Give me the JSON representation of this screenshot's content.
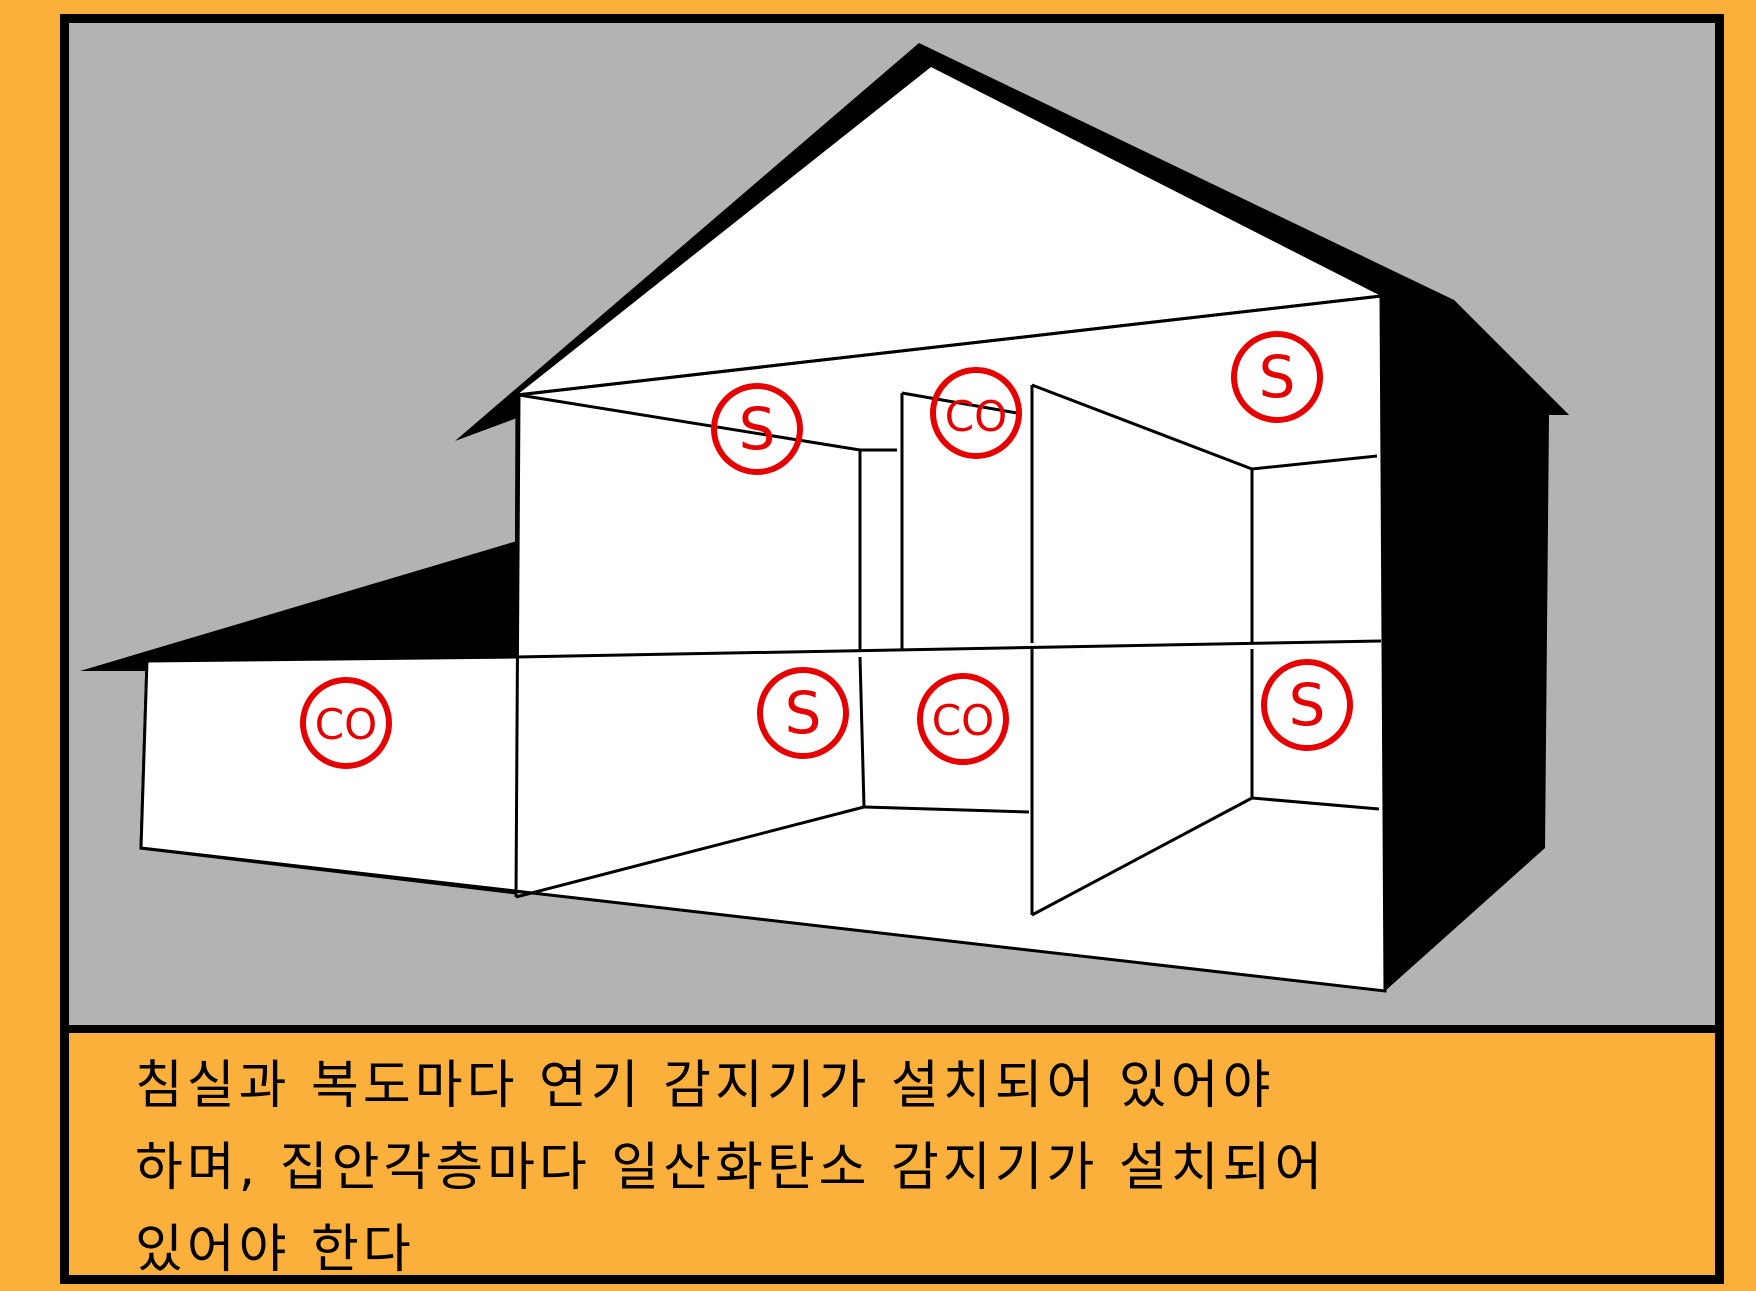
{
  "colors": {
    "page_background": "#FBB03B",
    "scene_background": "#B3B3B3",
    "wall_fill": "#FFFFFF",
    "roof_shadow": "#000000",
    "detector_red": "#E60000"
  },
  "detectors": {
    "smoke_symbol": "S",
    "co_symbol": "CO",
    "items": [
      {
        "type": "smoke",
        "label": "S",
        "location": "upstairs corridor"
      },
      {
        "type": "co",
        "label": "CO",
        "location": "upstairs"
      },
      {
        "type": "smoke",
        "label": "S",
        "location": "upstairs bedroom"
      },
      {
        "type": "co",
        "label": "CO",
        "location": "garage side room"
      },
      {
        "type": "smoke",
        "label": "S",
        "location": "downstairs corridor"
      },
      {
        "type": "co",
        "label": "CO",
        "location": "downstairs"
      },
      {
        "type": "smoke",
        "label": "S",
        "location": "downstairs bedroom"
      }
    ]
  },
  "caption": {
    "line1": "침실과 복도마다 연기 감지기가 설치되어 있어야",
    "line2": "하며, 집안각층마다 일산화탄소 감지기가 설치되어",
    "line3": "있어야 한다"
  }
}
